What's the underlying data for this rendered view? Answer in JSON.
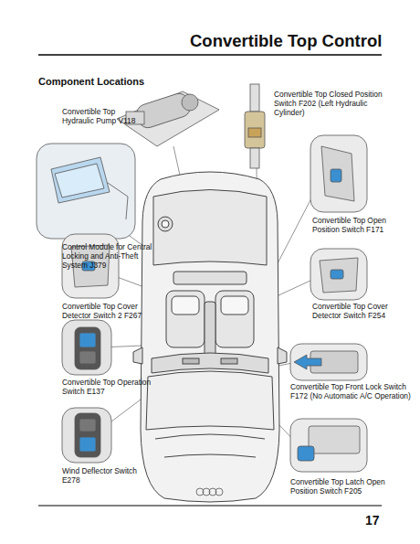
{
  "diagram": {
    "title": "Convertible Top Control",
    "labels": [
      "Component Locations",
      "Convertible Top Hydraulic Pump V118",
      "Convertible Top Closed Position Switch F202 (Left Hydraulic Cylinder)",
      "Control Module for Central Locking and Anti-Theft System J379",
      "Convertible Top Open Position Switch F171",
      "Convertible Top Cover Detector Switch 2 F267",
      "Convertible Top Cover Detector Switch F254",
      "Convertible Top Operation Switch E137",
      "Convertible Top Front Lock Switch F172 (No Automatic A/C Operation)",
      "Wind Deflector Switch E278",
      "Convertible Top Latch Open Position Switch F205",
      "17"
    ]
  }
}
